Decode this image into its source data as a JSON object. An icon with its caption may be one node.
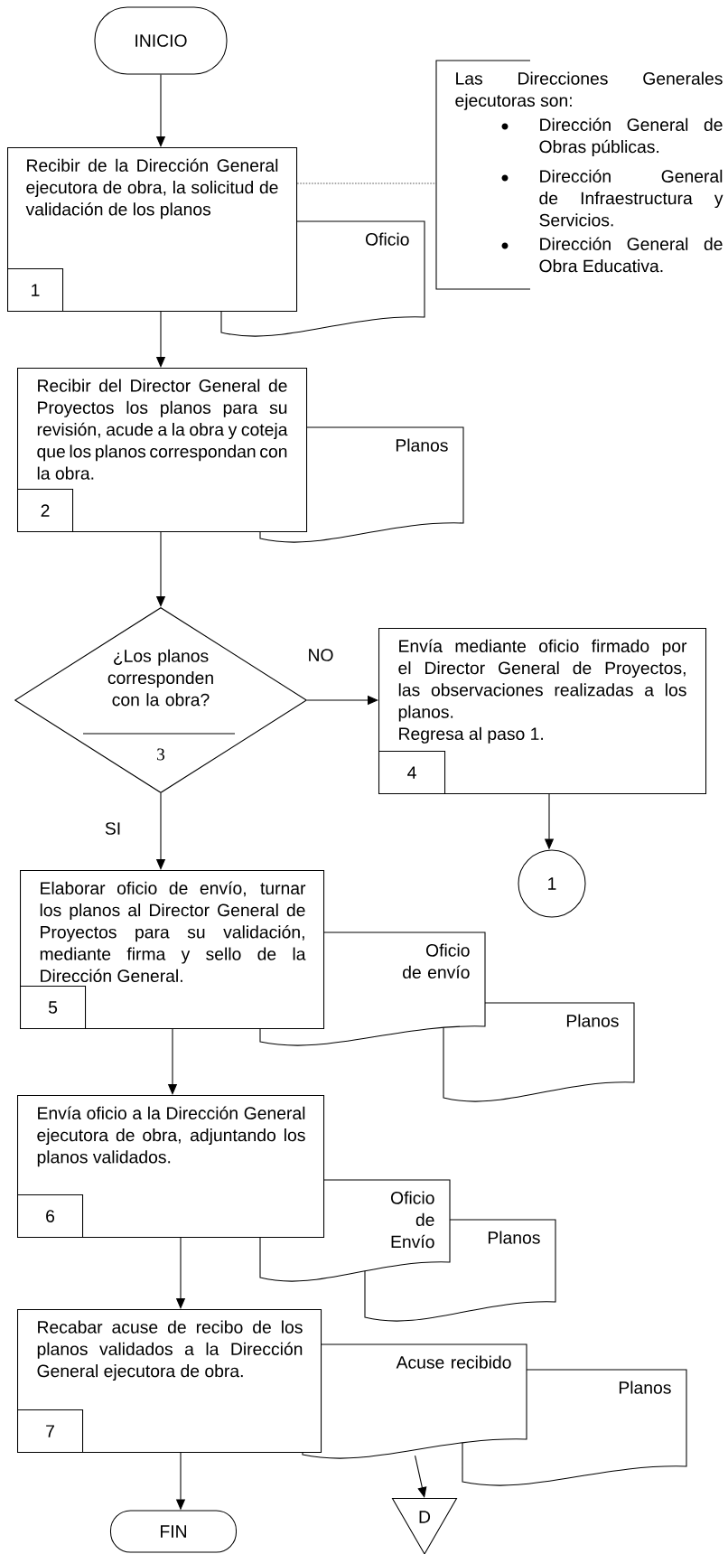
{
  "diagram": {
    "nodes": [
      {
        "text": [
          "INICIO"
        ]
      },
      {
        "text": [
          "Recibir de la Dirección General ejecutora de obra, la solicitud de validación de los planos",
          "1"
        ]
      },
      {
        "text": [
          "Oficio"
        ]
      },
      {
        "text": [
          "Las Direcciones Generales ejecutoras son:",
          "Dirección General de Obras públicas.",
          "Dirección General de Infraestructura y Servicios.",
          "Dirección General de Obra Educativa."
        ]
      },
      {
        "text": [
          "Recibir del Director General de Proyectos los planos para su revisión, acude a la obra y coteja que los planos correspondan con la obra.",
          "2"
        ]
      },
      {
        "text": [
          "Planos"
        ]
      },
      {
        "text": [
          "¿Los planos corresponden con la obra?",
          "3"
        ]
      },
      {
        "text": [
          "Envía mediante oficio firmado por el Director General de Proyectos, las observaciones realizadas a los planos.",
          "Regresa al paso 1.",
          "4"
        ]
      },
      {
        "text": [
          "1"
        ]
      },
      {
        "text": [
          "Elaborar oficio de envío, turnar los planos al Director General de Proyectos para su validación, mediante firma y sello de la Dirección General.",
          "5"
        ]
      },
      {
        "text": [
          "Oficio de envío"
        ]
      },
      {
        "text": [
          "Planos"
        ]
      },
      {
        "text": [
          "Envía oficio a la Dirección General ejecutora de obra, adjuntando los planos validados.",
          "6"
        ]
      },
      {
        "text": [
          "Oficio de Envío"
        ]
      },
      {
        "text": [
          "Planos"
        ]
      },
      {
        "text": [
          "Recabar acuse de recibo de los planos validados a la Dirección General ejecutora de obra.",
          "7"
        ]
      },
      {
        "text": [
          "Acuse recibido"
        ]
      },
      {
        "text": [
          "Planos"
        ]
      },
      {
        "text": [
          "D"
        ]
      },
      {
        "text": [
          "FIN"
        ]
      }
    ],
    "edges": [
      {
        "from": 0,
        "to": 1,
        "arrow": "to"
      },
      {
        "from": 1,
        "to": 3,
        "arrow": "none",
        "style": "dashed"
      },
      {
        "from": 1,
        "to": 4,
        "arrow": "to"
      },
      {
        "from": 4,
        "to": 6,
        "arrow": "to"
      },
      {
        "from": 6,
        "to": 7,
        "arrow": "to",
        "label": "NO"
      },
      {
        "from": 7,
        "to": 8,
        "arrow": "to"
      },
      {
        "from": 6,
        "to": 9,
        "arrow": "to",
        "label": "SI"
      },
      {
        "from": 9,
        "to": 12,
        "arrow": "to"
      },
      {
        "from": 12,
        "to": 15,
        "arrow": "to"
      },
      {
        "from": 15,
        "to": 19,
        "arrow": "to"
      },
      {
        "from": 16,
        "to": 18,
        "arrow": "to"
      }
    ]
  }
}
